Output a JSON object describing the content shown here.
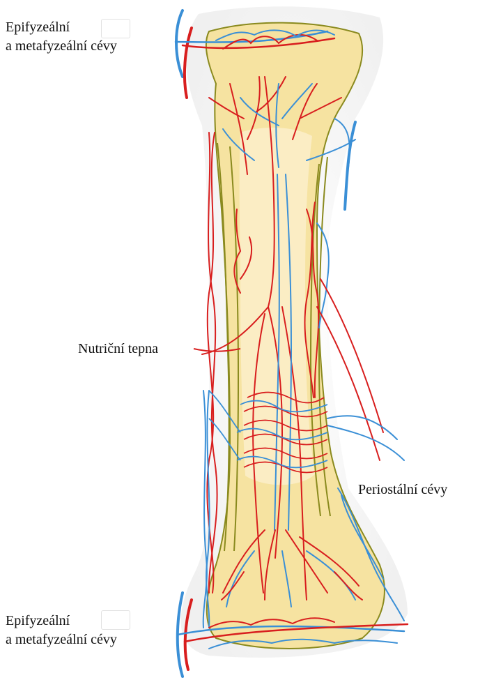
{
  "labels": {
    "epi_top_line1": "Epifyzeální",
    "epi_top_line2": "a metafyzeální cévy",
    "epi_bottom_line1": "Epifyzeální",
    "epi_bottom_line2": "a metafyzeální cévy",
    "nutrient_artery": "Nutriční tepna",
    "periosteal": "Periostální cévy"
  },
  "colors": {
    "artery": "#d81e1e",
    "vein": "#3a8fd6",
    "bone_fill": "#f6e3a1",
    "marrow_fill": "#fbedc4",
    "bone_outline": "#8a8a1e",
    "background": "#ffffff"
  }
}
